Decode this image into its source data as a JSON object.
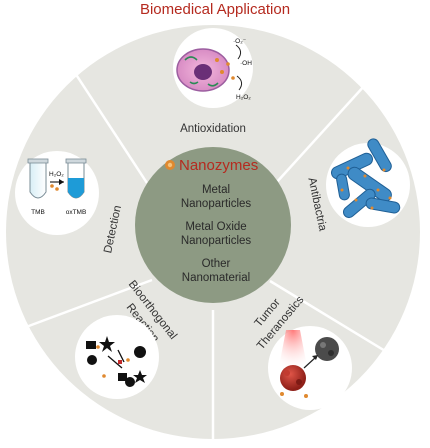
{
  "header": {
    "title": "Biomedical Application"
  },
  "core": {
    "title": "Nanozymes",
    "items": [
      "Metal Nanoparticles",
      "Metal Oxide Nanoparticles",
      "Other Nanomaterial"
    ]
  },
  "segments": {
    "antioxidation": "Antioxidation",
    "antibacteria": "Antibactria",
    "tumor": [
      "Tumor",
      "Theranostics"
    ],
    "bioorthogonal": [
      "Bioorthogonal",
      "Reaction"
    ],
    "detection": "Detection"
  },
  "icons": {
    "antioxidation": {
      "o2": "·O₂⁻",
      "oh": "·OH",
      "h2o2": "H₂O₂"
    },
    "detection": {
      "tmb": "TMB",
      "oxtmb": "oxTMB",
      "h2o2": "H₂O₂"
    }
  },
  "colors": {
    "title": "#b52a1f",
    "outer_ring": "#e6e6e1",
    "core": "#8d9a83",
    "divider": "#ffffff"
  }
}
